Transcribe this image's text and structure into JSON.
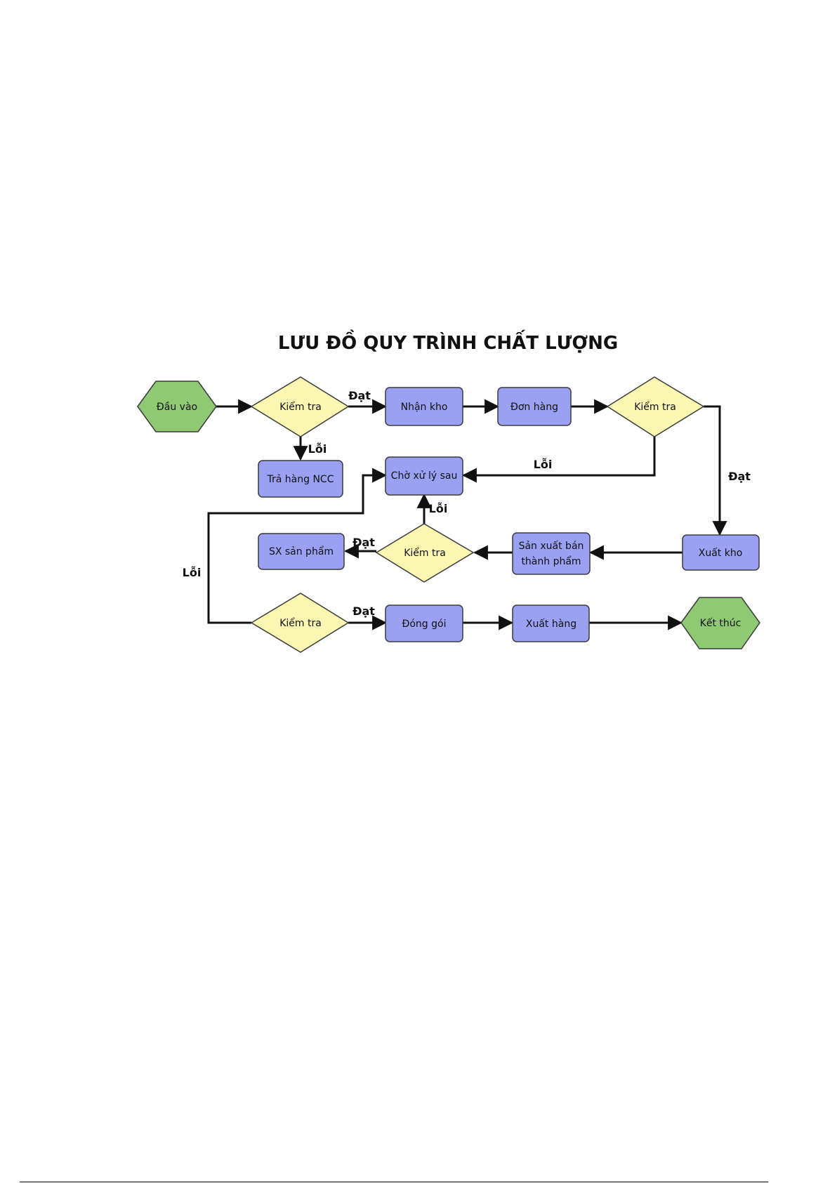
{
  "title": "LƯU ĐỒ QUY TRÌNH CHẤT LƯỢNG",
  "colors": {
    "terminal_fill": "#8fc973",
    "process_fill": "#9aa0f2",
    "decision_fill": "#fbf7b3",
    "stroke": "#3a3a3a",
    "edge": "#111111"
  },
  "nodes": {
    "start": {
      "label": "Đầu vào"
    },
    "check1": {
      "label": "Kiểm tra"
    },
    "receive": {
      "label": "Nhận kho"
    },
    "order": {
      "label": "Đơn hàng"
    },
    "check2": {
      "label": "Kiểm tra"
    },
    "return": {
      "label": "Trả hàng NCC"
    },
    "pending": {
      "label": "Chờ xử lý sau"
    },
    "issue": {
      "label": "Xuất kho"
    },
    "semi": {
      "label_lines": [
        "Sản xuất bán",
        "thành phẩm"
      ]
    },
    "check3": {
      "label": "Kiểm tra"
    },
    "produce": {
      "label": "SX sản phẩm"
    },
    "check4": {
      "label": "Kiểm tra"
    },
    "pack": {
      "label": "Đóng gói"
    },
    "ship": {
      "label": "Xuất hàng"
    },
    "end": {
      "label": "Kết thúc"
    }
  },
  "edge_labels": {
    "check1_pass": "Đạt",
    "check1_fail": "Lỗi",
    "check2_fail": "Lỗi",
    "check2_pass": "Đạt",
    "check3_fail": "Lỗi",
    "check3_pass": "Đạt",
    "check4_fail": "Lỗi",
    "check4_pass": "Đạt"
  }
}
